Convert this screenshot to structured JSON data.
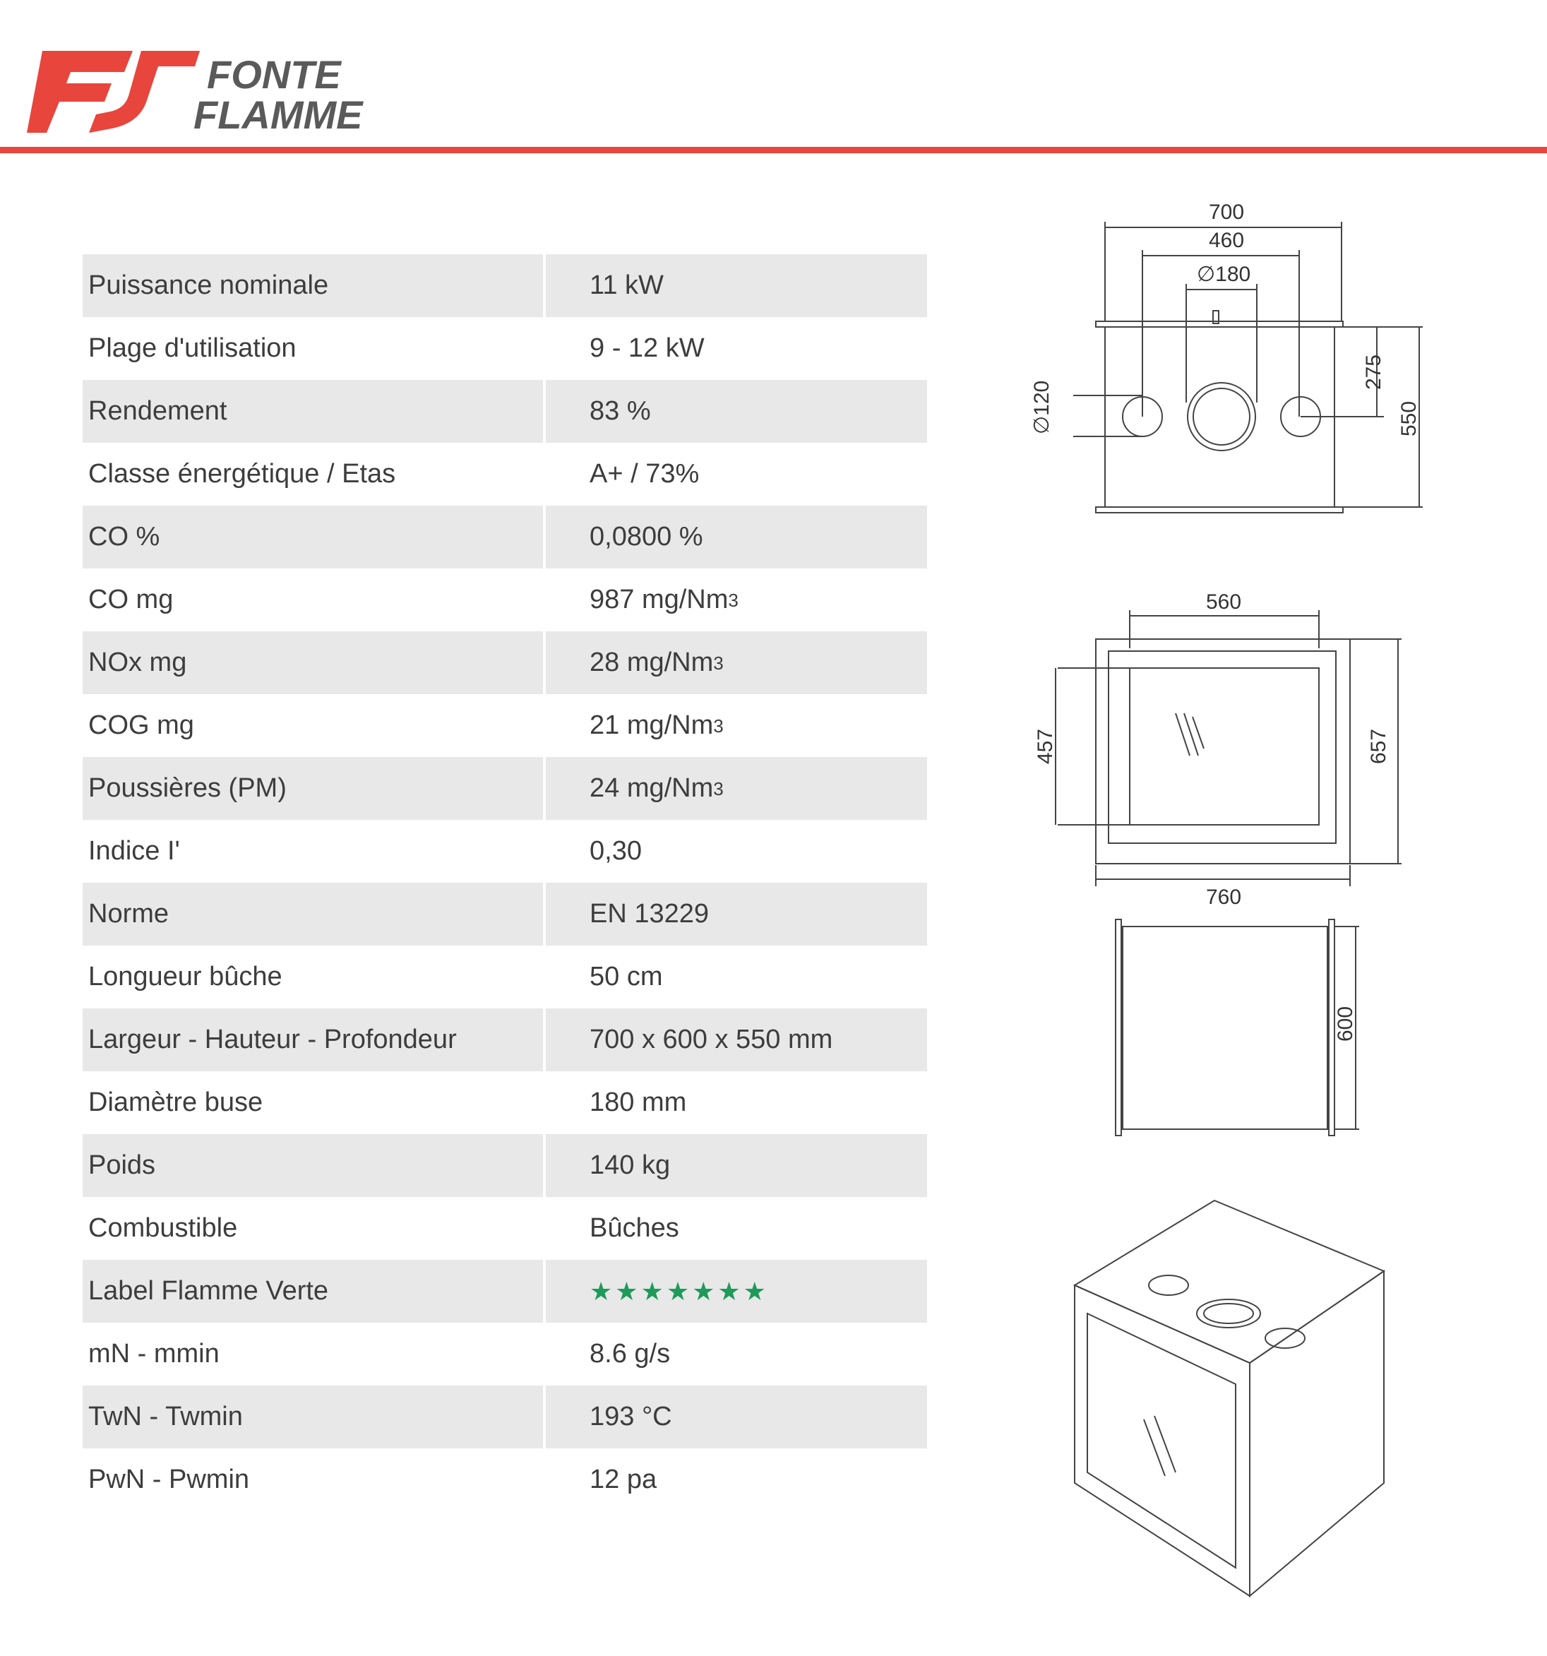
{
  "brand": {
    "line1": "FONTE",
    "line2": "FLAMME",
    "accent_color": "#e8453c",
    "text_color": "#5a5a5a"
  },
  "specs": [
    {
      "label": "Puissance nominale",
      "value": "11 kW"
    },
    {
      "label": "Plage d'utilisation",
      "value": "9 - 12 kW"
    },
    {
      "label": "Rendement",
      "value": "83 %"
    },
    {
      "label": "Classe énergétique / Etas",
      "value": "A+ / 73%"
    },
    {
      "label": "CO %",
      "value": "0,0800 %"
    },
    {
      "label": "CO mg",
      "value": "987 mg/Nm",
      "sup": "3"
    },
    {
      "label": "NOx mg",
      "value": "28 mg/Nm",
      "sup": "3"
    },
    {
      "label": "COG mg",
      "value": "21 mg/Nm",
      "sup": "3"
    },
    {
      "label": "Poussières (PM)",
      "value": "24 mg/Nm",
      "sup": "3"
    },
    {
      "label": "Indice I'",
      "value": "0,30"
    },
    {
      "label": "Norme",
      "value": "EN 13229"
    },
    {
      "label": "Longueur bûche",
      "value": "50 cm"
    },
    {
      "label": "Largeur - Hauteur - Profondeur",
      "value": "700 x 600 x 550 mm"
    },
    {
      "label": "Diamètre buse",
      "value": "180 mm"
    },
    {
      "label": "Poids",
      "value": "140 kg"
    },
    {
      "label": "Combustible",
      "value": "Bûches"
    },
    {
      "label": "Label Flamme Verte",
      "value": "★★★★★★★"
    },
    {
      "label": "mN - mmin",
      "value": "8.6 g/s"
    },
    {
      "label": "TwN - Twmin",
      "value": "193 °C"
    },
    {
      "label": "PwN - Pwmin",
      "value": "12 pa"
    }
  ],
  "dimensions": {
    "top_width": "700",
    "top_inner": "460",
    "flue_diameter": "∅180",
    "side_pipe": "∅120",
    "depth_half": "275",
    "depth": "550",
    "front_inner_width": "560",
    "front_outer_width": "760",
    "front_inner_height": "457",
    "front_outer_height": "657",
    "side_height": "600"
  }
}
